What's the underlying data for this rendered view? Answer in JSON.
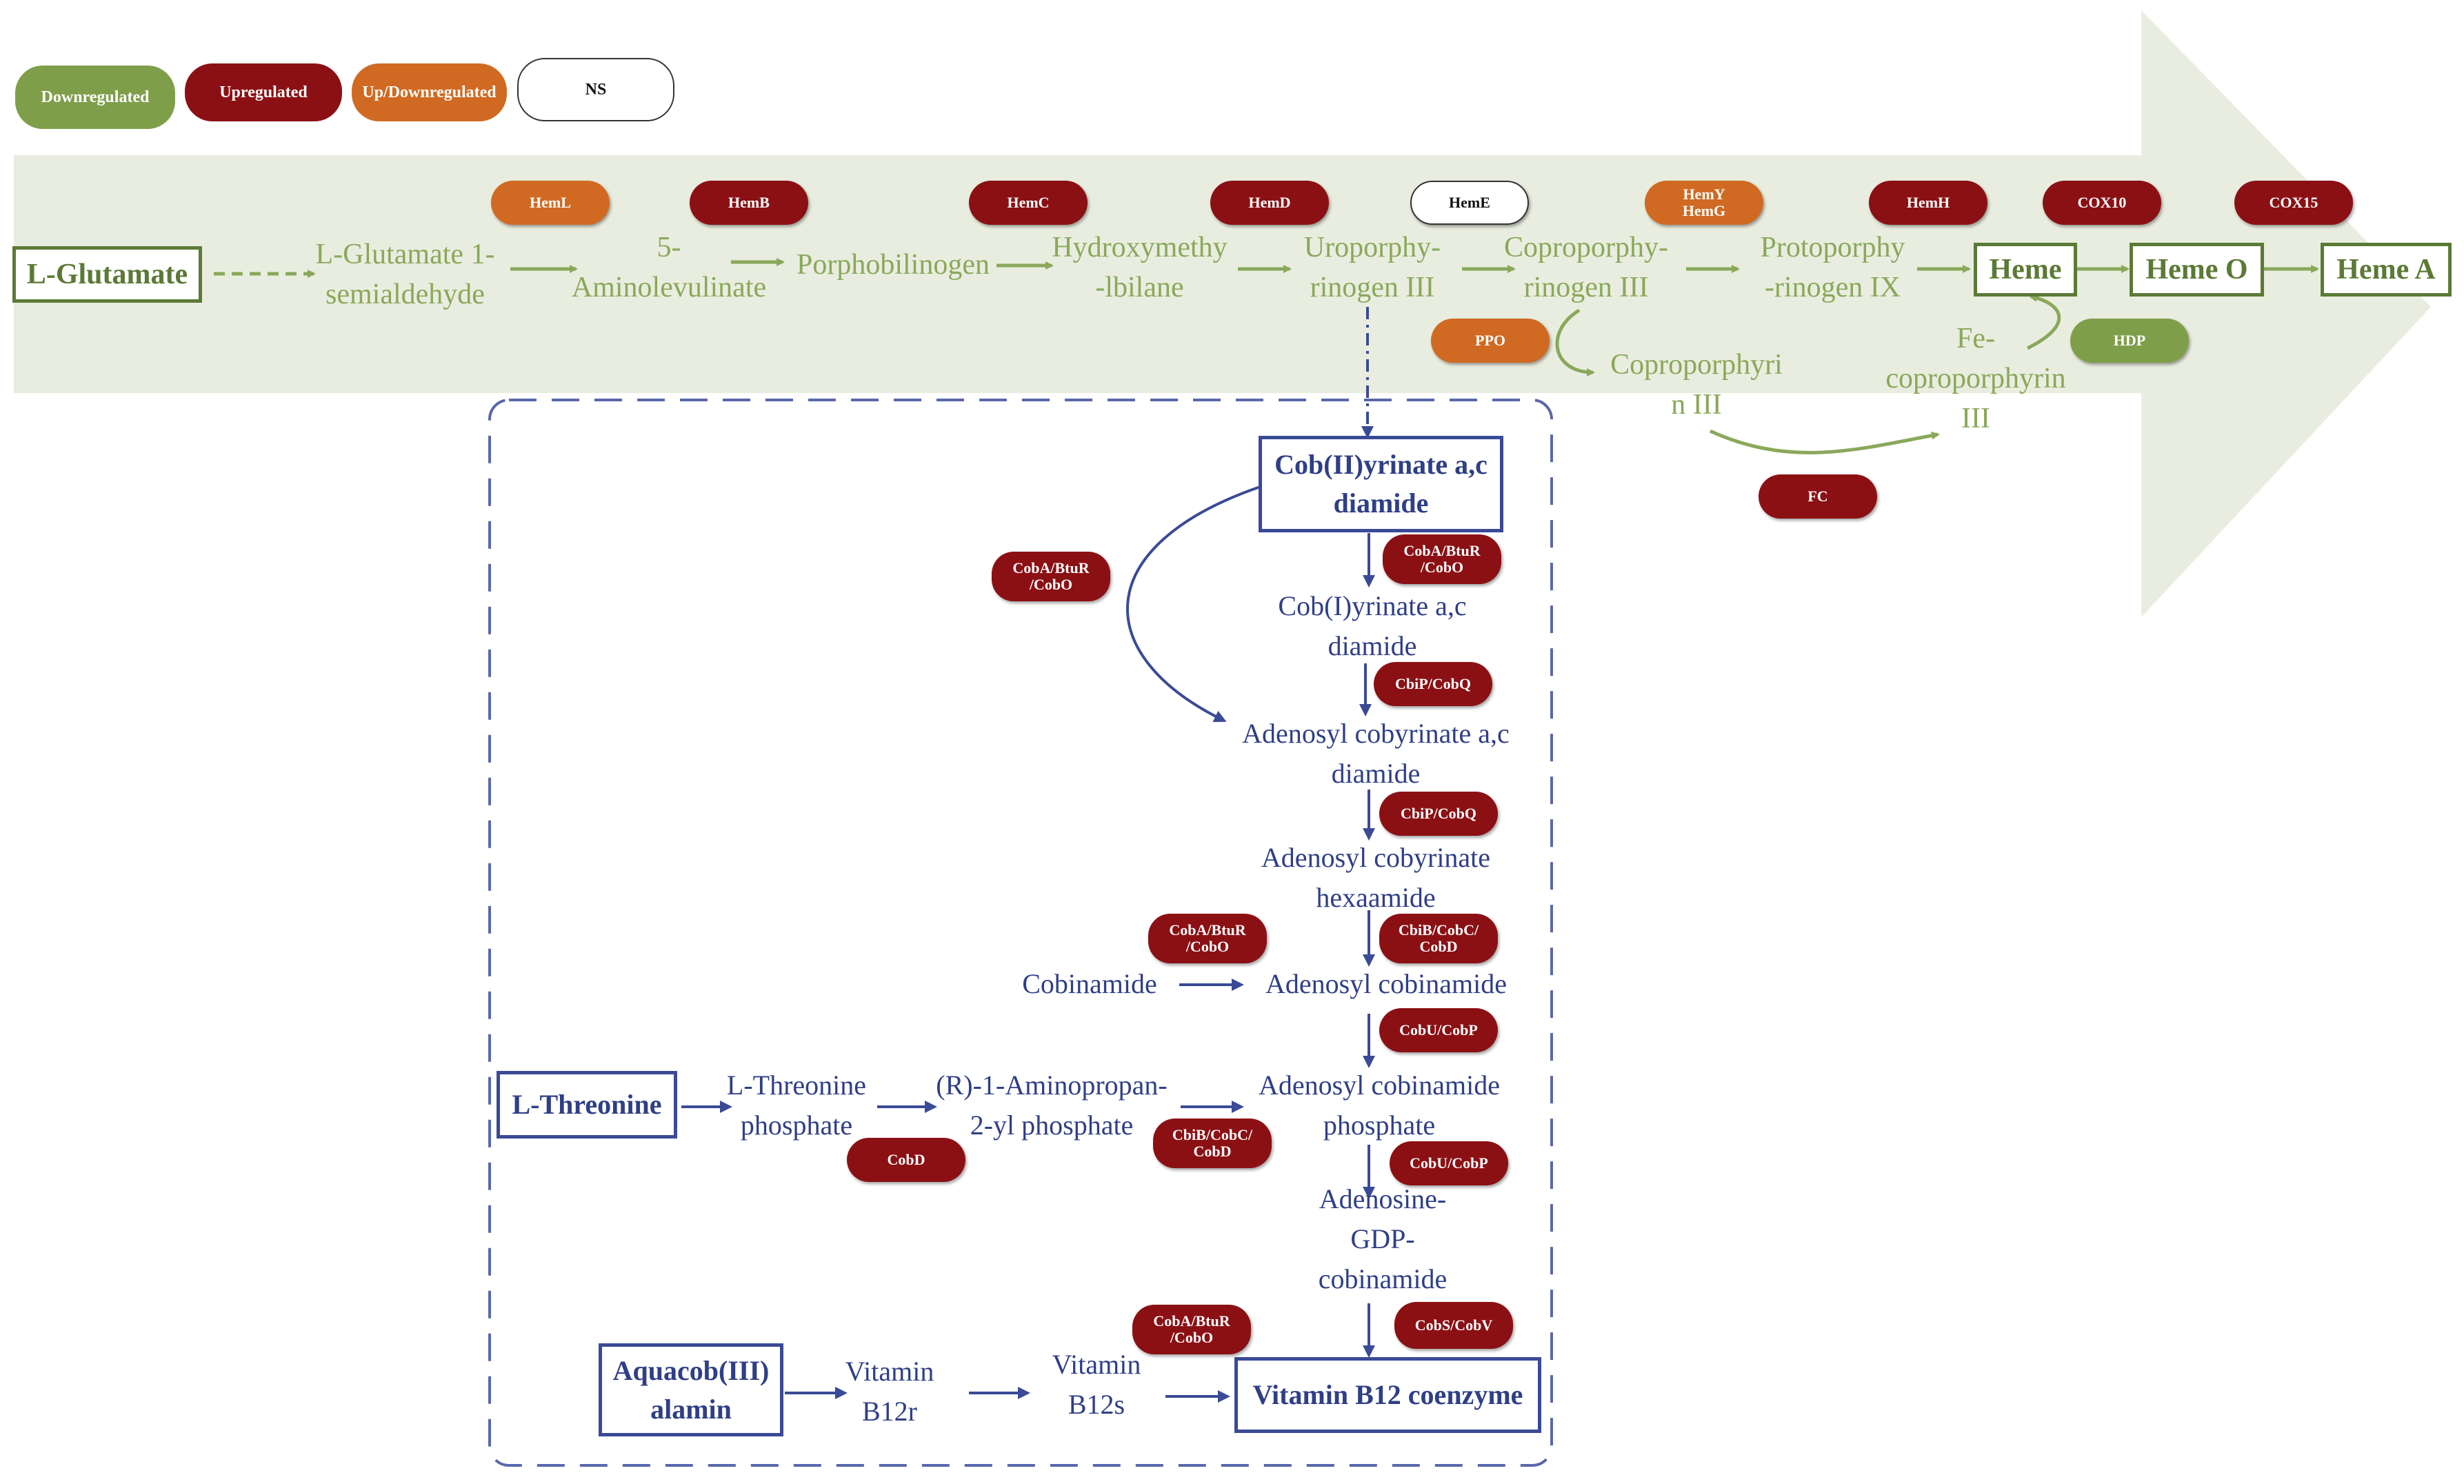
{
  "legend": [
    {
      "label": "Downregulated",
      "kind": "down"
    },
    {
      "label": "Upregulated",
      "kind": "up"
    },
    {
      "label": "Up/Downregulated",
      "kind": "updown"
    },
    {
      "label": "NS",
      "kind": "ns"
    }
  ],
  "colors": {
    "upregulated": "#8b1014",
    "downregulated": "#7f9e4a",
    "up_downregulated": "#d06a22",
    "ns": "#ffffff",
    "heme_text": "#8aa85a",
    "heme_box": "#5b7a36",
    "b12_text": "#2f3f86",
    "arrow_band": "#e9eddf"
  },
  "heme_pathway": {
    "l_glutamate": "L-Glutamate",
    "semialdehyde": "L-Glutamate 1-\nsemialdehyde",
    "aminolevulinate": "5-\nAminolevulinate",
    "porphobilinogen": "Porphobilinogen",
    "hydroxymethylbilane": "Hydroxymethy\n-lbilane",
    "uroporphyrinogen": "Uroporphy-\nrinogen III",
    "coproporphyrinogen": "Coproporphy-\nrinogen III",
    "protoporphyrinogen": "Protoporphy\n-rinogen IX",
    "heme": "Heme",
    "heme_o": "Heme O",
    "heme_a": "Heme A",
    "coproporphyrin": "Coproporphyri\nn III",
    "fe_coproporphyrin": "Fe-\ncoproporphyrin\nIII"
  },
  "heme_genes": {
    "heml": "HemL",
    "hemb": "HemB",
    "hemc": "HemC",
    "hemd": "HemD",
    "heme": "HemE",
    "hemy_hemg": "HemY\nHemG",
    "hemh": "HemH",
    "cox10": "COX10",
    "cox15": "COX15",
    "ppo": "PPO",
    "hdp": "HDP",
    "fc": "FC"
  },
  "b12_pathway": {
    "cob2": "Cob(II)yrinate a,c\ndiamide",
    "cob1": "Cob(I)yrinate a,c\ndiamide",
    "adenosyl_diamide": "Adenosyl cobyrinate a,c\ndiamide",
    "adenosyl_hexaamide": "Adenosyl cobyrinate\nhexaamide",
    "cobinamide": "Cobinamide",
    "adenosyl_cobinamide": "Adenosyl cobinamide",
    "adenosyl_cobinamide_phosphate": "Adenosyl cobinamide\nphosphate",
    "adenosine_gdp": "Adenosine-\nGDP-\ncobinamide",
    "l_threonine": "L-Threonine",
    "l_threonine_phosphate": "L-Threonine\nphosphate",
    "aminopropan": "(R)-1-Aminopropan-\n2-yl phosphate",
    "aquacobalamin": "Aquacob(III)\nalamin",
    "vitamin_b12r": "Vitamin\nB12r",
    "vitamin_b12s": "Vitamin\nB12s",
    "vitamin_b12_coenzyme": "Vitamin B12 coenzyme"
  },
  "b12_genes": {
    "cobabtur_left": "CobA/BtuR\n/CobO",
    "cobabtur_top": "CobA/BtuR\n/CobO",
    "cbip_1": "CbiP/CobQ",
    "cbip_2": "CbiP/CobQ",
    "cobabtur_mid": "CobA/BtuR\n/CobO",
    "cbib_1": "CbiB/CobC/\nCobD",
    "cobu_1": "CobU/CobP",
    "cobd": "CobD",
    "cbib_2": "CbiB/CobC/\nCobD",
    "cobu_2": "CobU/CobP",
    "cobabtur_bottom": "CobA/BtuR\n/CobO",
    "cobs": "CobS/CobV"
  }
}
